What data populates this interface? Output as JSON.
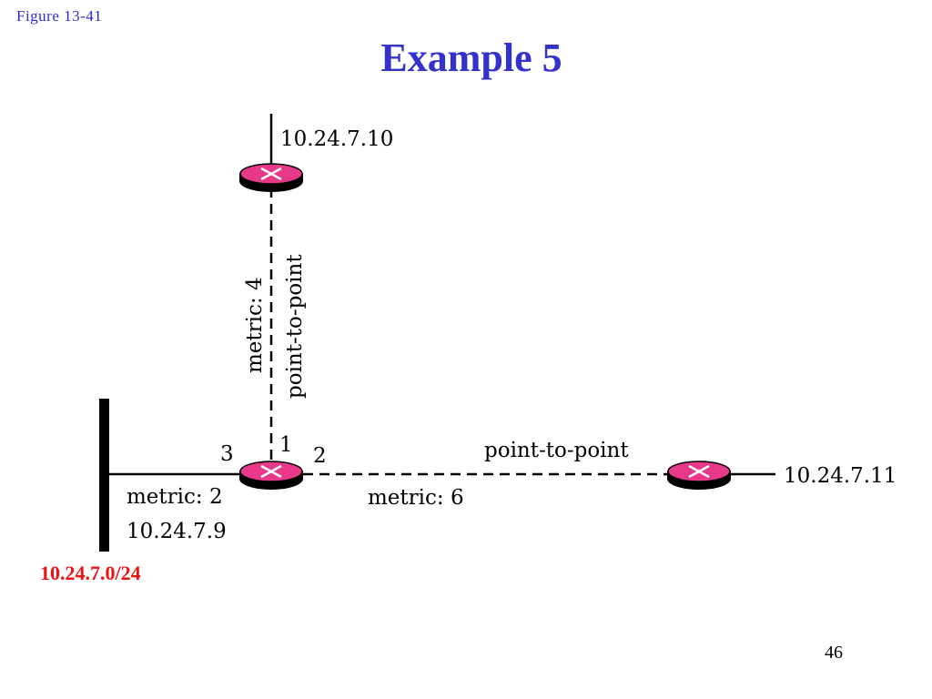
{
  "caption": "Figure  13-41",
  "title": "Example 5",
  "page_number": "46",
  "colors": {
    "title": "#3333cc",
    "router": "#e8388a",
    "network_label": "#ee1111",
    "link": "#000000"
  },
  "diagram": {
    "routers": [
      {
        "id": "top-router",
        "address": "10.24.7.10"
      },
      {
        "id": "center-router",
        "address": "10.24.7.9"
      },
      {
        "id": "right-router",
        "address": "10.24.7.11"
      }
    ],
    "links": {
      "vertical": {
        "type": "point-to-point",
        "metric": "metric: 4"
      },
      "horizontal": {
        "type": "point-to-point",
        "metric": "metric: 6"
      },
      "stub": {
        "metric": "metric: 2"
      }
    },
    "interfaces": {
      "stub": "3",
      "vertical": "1",
      "horizontal": "2"
    },
    "network": {
      "label": "10.24.7.0/24"
    }
  }
}
